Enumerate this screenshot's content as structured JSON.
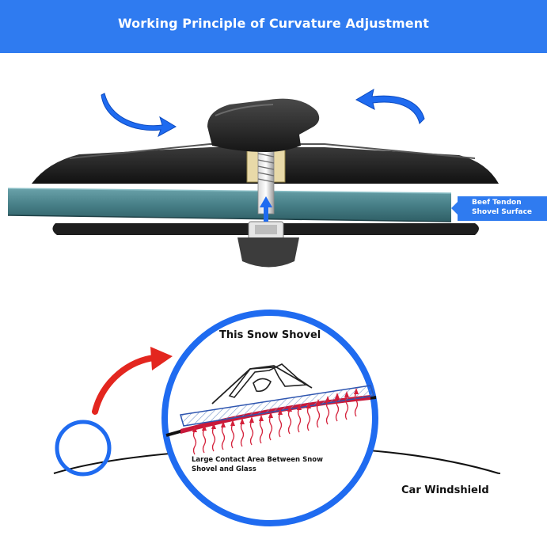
{
  "header": {
    "title": "Working Principle of Curvature Adjustment"
  },
  "labels": {
    "surface_callout": "Beef Tendon Shovel Surface",
    "snow_shovel": "This Snow Shovel",
    "contact_area": "Large Contact Area Between Snow Shovel and Glass",
    "car_windshield": "Car Windshield"
  },
  "colors": {
    "banner": "#2f7bf0",
    "accent_blue": "#1f6bf0",
    "red_arrow": "#e3261f",
    "teal_blade": "#4d8a93"
  },
  "icons": [
    "rotate-left-arrow-icon",
    "rotate-right-arrow-icon",
    "up-arrow-icon",
    "curved-red-arrow-icon",
    "magnifier-circle-icon"
  ]
}
